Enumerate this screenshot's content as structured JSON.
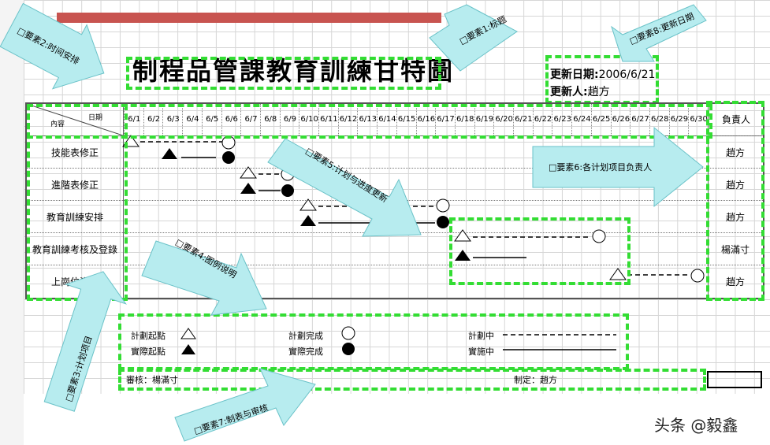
{
  "header": {
    "title": "制程品管課教育訓練甘特圖",
    "updated_date_label": "更新日期:",
    "updated_date_value": "2006/6/21",
    "updated_by_label": "更新人:",
    "updated_by_value": "趙方"
  },
  "table": {
    "corner_content": "內容",
    "corner_date": "日期",
    "dates": [
      "6/1",
      "6/2",
      "6/3",
      "6/4",
      "6/5",
      "6/6",
      "6/7",
      "6/8",
      "6/9",
      "6/10",
      "6/11",
      "6/12",
      "6/13",
      "6/14",
      "6/15",
      "6/16",
      "6/17",
      "6/18",
      "6/19",
      "6/20",
      "6/21",
      "6/22",
      "6/23",
      "6/24",
      "6/25",
      "6/26",
      "6/27",
      "6/28",
      "6/29",
      "6/30"
    ],
    "owner_header": "負責人",
    "rows": [
      {
        "item": "技能表修正",
        "owner": "趙方"
      },
      {
        "item": "進階表修正",
        "owner": "趙方"
      },
      {
        "item": "教育訓練安排",
        "owner": "趙方"
      },
      {
        "item": "教育訓練考核及登錄",
        "owner": "楊滿寸"
      },
      {
        "item": "上崗位資格",
        "owner": "趙方"
      }
    ]
  },
  "legend": {
    "plan_start": "計劃起點",
    "actual_start": "實際起點",
    "plan_done": "計劃完成",
    "actual_done": "實際完成",
    "planning": "計劃中",
    "executing": "實施中"
  },
  "footer": {
    "reviewer": "審核：楊滿寸",
    "maker": "制定：趙方"
  },
  "callouts": {
    "c1": "□要素1:标题",
    "c2": "□要素2:时间安排",
    "c3": "□要素3:计划项目",
    "c4": "□要素4:图例说明",
    "c5": "□要素5:计划与进度更新",
    "c6": "□要素6:各计划项目负责人",
    "c7": "□要素7:制表与审核",
    "c8": "□要素8:更新日期"
  },
  "watermark": "头条 @毅鑫",
  "colors": {
    "accent_green": "#33dd33",
    "callout_fill": "#b7ecef",
    "title_bar": "#c85450"
  }
}
